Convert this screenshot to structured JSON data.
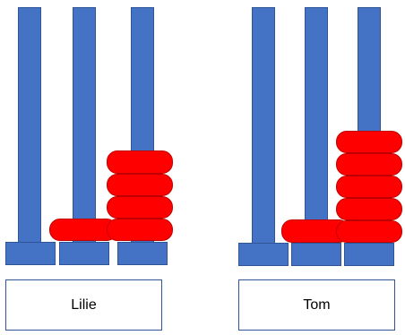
{
  "colors": {
    "rod": "#4472C4",
    "rod_edge": "#2F5597",
    "bead": "#FF0000",
    "bead_edge": "#C00000"
  },
  "abaci": [
    {
      "name": "Lilie",
      "bead_counts": [
        0,
        1,
        4
      ]
    },
    {
      "name": "Tom",
      "bead_counts": [
        0,
        1,
        5
      ]
    }
  ]
}
